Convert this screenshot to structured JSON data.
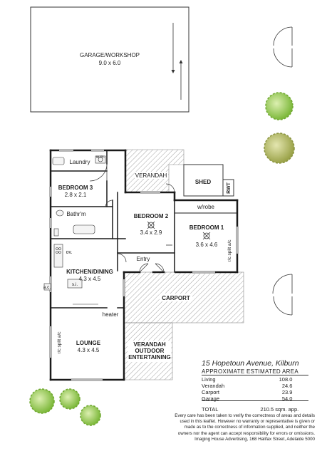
{
  "plan": {
    "garage": {
      "name": "GARAGE/WORKSHOP",
      "dims": "9.0 x 6.0"
    },
    "laundry": {
      "name": "Laundry"
    },
    "wm": {
      "name": "w.m."
    },
    "verandah_top": {
      "name": "VERANDAH"
    },
    "shed": {
      "name": "SHED"
    },
    "rwt": {
      "name": "RWT"
    },
    "bedroom3": {
      "name": "BEDROOM 3",
      "dims": "2.8 x 2.1"
    },
    "bathroom": {
      "name": "Bathr'm"
    },
    "bedroom2": {
      "name": "BEDROOM 2",
      "dims": "3.4 x 2.9"
    },
    "wrobe": {
      "name": "w/robe"
    },
    "bedroom1": {
      "name": "BEDROOM 1",
      "dims": "3.6 x 4.6"
    },
    "split_ac_bed1": {
      "name": "r/c split a/c"
    },
    "ov": {
      "name": "ov."
    },
    "entry": {
      "name": "Entry"
    },
    "kitchen": {
      "name": "KITCHEN/DINING",
      "dims": "4.3 x 4.5"
    },
    "si": {
      "name": "s.i."
    },
    "ac": {
      "name": "a.c."
    },
    "carport": {
      "name": "CARPORT"
    },
    "heater": {
      "name": "heater"
    },
    "lounge": {
      "name": "LOUNGE",
      "dims": "4.3 x 4.5"
    },
    "split_ac_lounge": {
      "name": "r/c split a/c"
    },
    "verandah_outdoor": {
      "line1": "VERANDAH",
      "line2": "OUTDOOR",
      "line3": "ENTERTAINING"
    }
  },
  "address": "15 Hopetoun Avenue, Kilburn",
  "area": {
    "title": "APPROXIMATE ESTIMATED AREA",
    "rows": [
      {
        "label": "Living",
        "value": "108.0"
      },
      {
        "label": "Verandah",
        "value": "24.6"
      },
      {
        "label": "Carport",
        "value": "23.9"
      },
      {
        "label": "Garage",
        "value": "54.0"
      }
    ],
    "total": {
      "label": "TOTAL",
      "value": "210.5 sqm. app."
    }
  },
  "disclaimer": {
    "line1": "Every care has been taken to verify the correctness of areas and details",
    "line2": "used in this leaflet.  However no warranty or representative is given or",
    "line3": "made as to the correctness of information supplied, and neither the",
    "line4": "owners nor the agent can accept responsibility for errors or omissions.",
    "line5": "Imaging House Advertising, 168 Halifax Street, Adelaide 5000"
  },
  "colors": {
    "wall": "#1a1a1a",
    "hatch": "#888888",
    "tree_green": "#8cc63f",
    "tree_olive": "#a8b050",
    "window": "#9a9a9a"
  }
}
